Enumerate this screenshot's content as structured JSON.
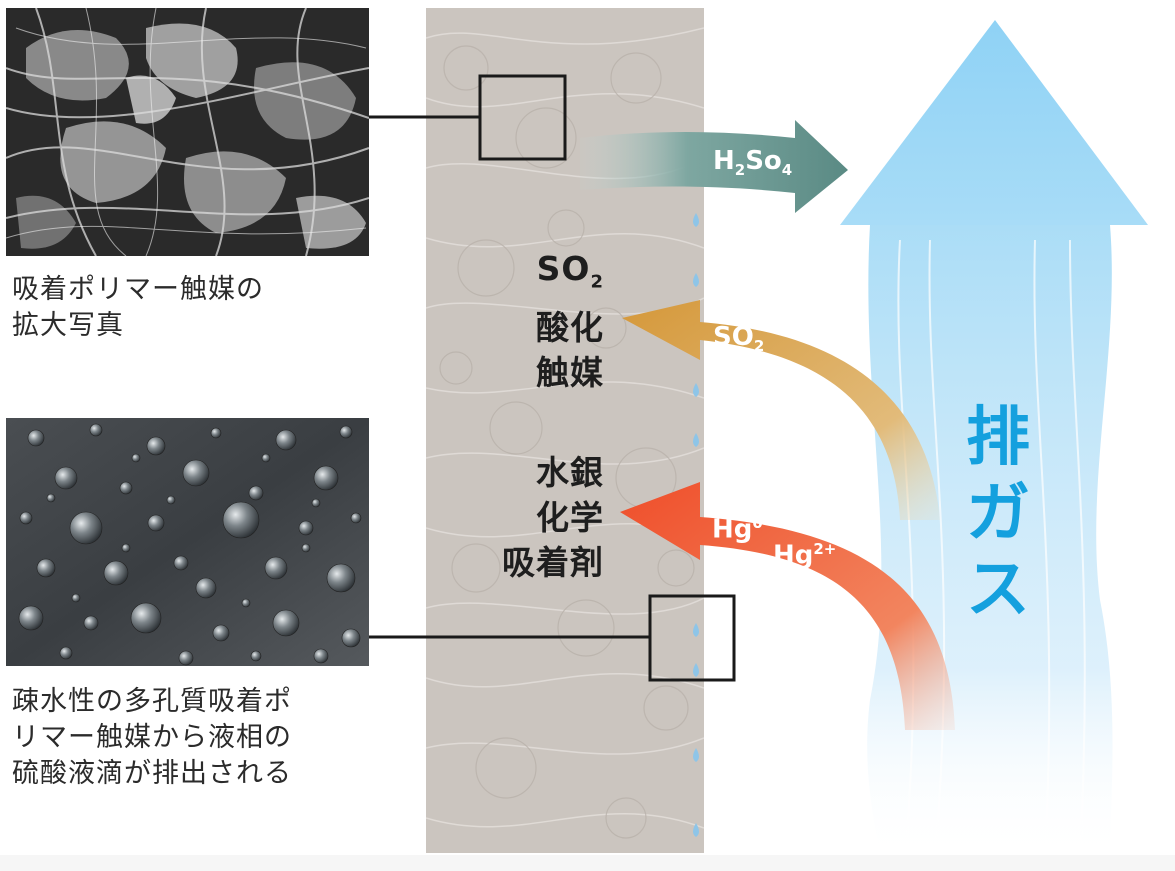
{
  "captions": {
    "top": [
      "吸着ポリマー触媒の",
      "拡大写真"
    ],
    "bottom": [
      "疎水性の多孔質吸着ポ",
      "リマー触媒から液相の",
      "硫酸液滴が排出される"
    ]
  },
  "filter_labels": {
    "so2_catalyst": {
      "formula_main": "SO",
      "formula_sub": "2",
      "lines": [
        "酸化",
        "触媒"
      ]
    },
    "mercury_sorbent": {
      "lines": [
        "水銀",
        "化学",
        "吸着剤"
      ]
    }
  },
  "arrows": {
    "h2so4": {
      "p1": "H",
      "s1": "2",
      "p2": "So",
      "s2": "4",
      "color": "#5d8d87"
    },
    "so2": {
      "main": "SO",
      "sub": "2",
      "color": "#d79f45"
    },
    "hg0": {
      "main": "Hg",
      "sup": "0",
      "color": "#ee5a3a"
    },
    "hg2": {
      "main": "Hg",
      "sup": "2+",
      "color": "#ee5a3a"
    }
  },
  "exhaust": {
    "chars": [
      "排",
      "ガ",
      "ス"
    ],
    "color": "#14a0de"
  }
}
